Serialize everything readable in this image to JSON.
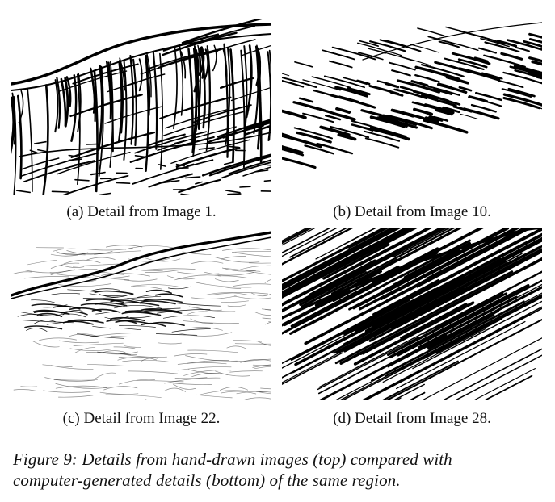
{
  "figure": {
    "panels": [
      {
        "id": "a",
        "caption": "(a)  Detail from Image 1."
      },
      {
        "id": "b",
        "caption": "(b)  Detail from Image 10."
      },
      {
        "id": "c",
        "caption": "(c)  Detail from Image 22."
      },
      {
        "id": "d",
        "caption": "(d)  Detail from Image 28."
      }
    ],
    "caption_line1": "Figure 9:  Details from hand-drawn images (top) compared with",
    "caption_line2": "computer-generated details (bottom) of the same region."
  }
}
